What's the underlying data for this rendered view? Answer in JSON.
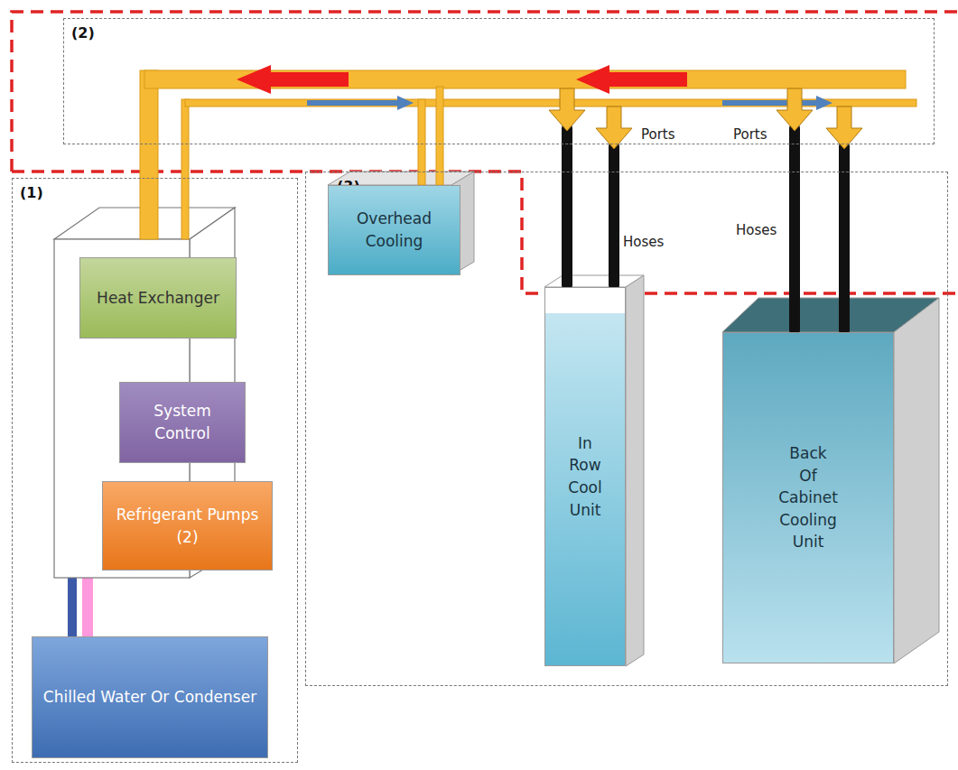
{
  "diagram": {
    "nodes": [
      {
        "text": [
          "(1)"
        ]
      },
      {
        "text": [
          "Heat Exchanger"
        ],
        "in": 0
      },
      {
        "text": [
          "System Control"
        ],
        "in": 0
      },
      {
        "text": [
          "Refrigerant Pumps (2)"
        ],
        "in": 0
      },
      {
        "text": [
          "Chilled Water Or Condenser"
        ],
        "in": 0
      },
      {
        "text": [
          "(2)"
        ]
      },
      {
        "text": [
          "(3)"
        ]
      },
      {
        "text": [
          "Overhead Cooling"
        ],
        "in": 6
      },
      {
        "text": [
          "In Row Cool Unit"
        ],
        "in": 6
      },
      {
        "text": [
          "Back Of Cabinet Cooling Unit"
        ],
        "in": 6
      }
    ],
    "edges": [
      {
        "from": 1,
        "to": 4,
        "arrow": "none"
      },
      {
        "from": 1,
        "to": 4,
        "arrow": "none"
      },
      {
        "from": 1,
        "to": 2,
        "arrow": "none"
      },
      {
        "from": 2,
        "to": 3,
        "arrow": "none"
      },
      {
        "from": 1,
        "to": 7,
        "arrow": "none"
      },
      {
        "from": 1,
        "to": 8,
        "arrow": "none"
      },
      {
        "from": 1,
        "to": 9,
        "arrow": "none"
      }
    ],
    "labels": [
      "Ports",
      "Ports",
      "Hoses",
      "Hoses"
    ]
  }
}
